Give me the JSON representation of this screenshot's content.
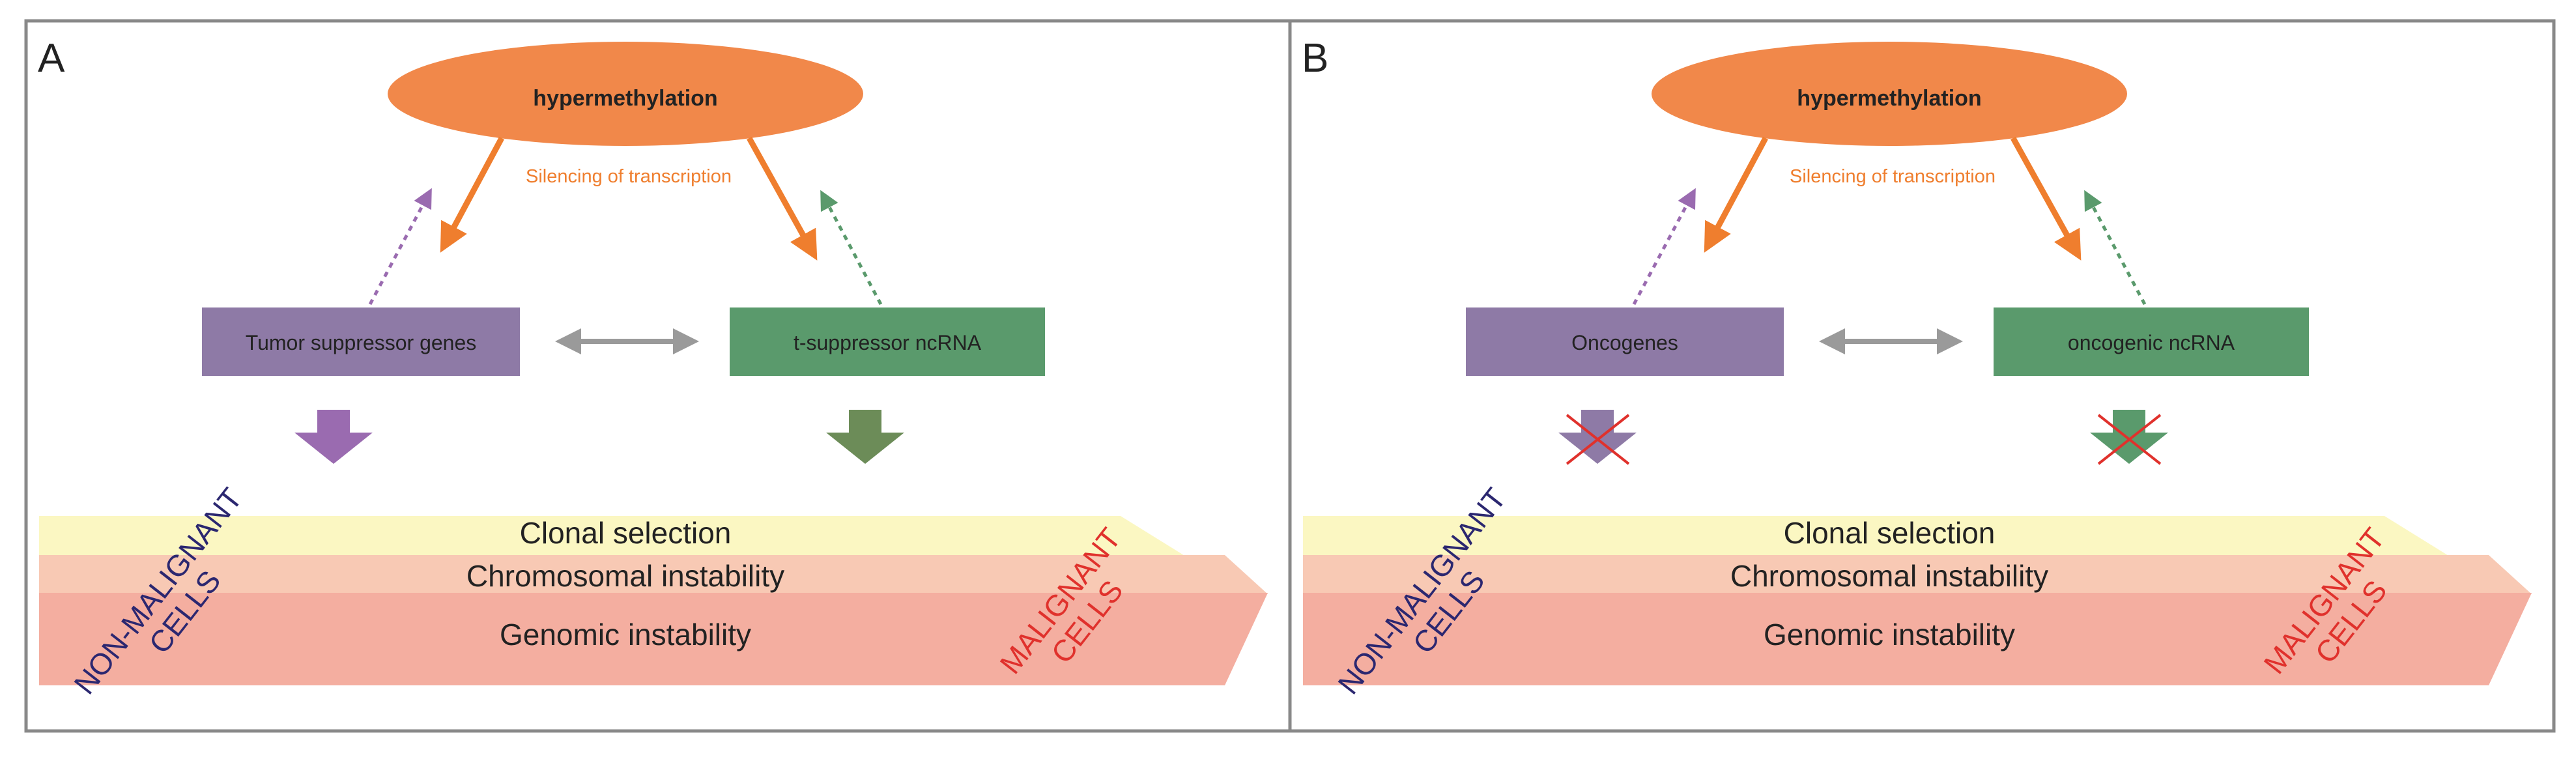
{
  "colors": {
    "frame": "#888888",
    "ellipse": "#f1884a",
    "arrow_orange": "#ef7e2e",
    "purple_box": "#8e7aa6",
    "green_box": "#5a9a6c",
    "purple_arrow": "#9a6bb0",
    "green_arrow": "#6c8c58",
    "gray_arrow": "#9a9a9a",
    "band_clonal": "#fbf7c2",
    "band_chromosomal": "#f8c9b4",
    "band_genomic": "#f4aea0",
    "dark_text": "#2b2770",
    "malignant_text": "#e0312c",
    "cross": "#e0312c"
  },
  "panels": [
    {
      "letter": "A",
      "ellipse_label": "hypermethylation",
      "silencing_label": "Silencing of transcription",
      "left_box": "Tumor suppressor genes",
      "right_box": "t-suppressor ncRNA",
      "blocked": false,
      "bands": [
        "Clonal selection",
        "Chromosomal instability",
        "Genomic instability"
      ],
      "non_malignant": [
        "NON-MALIGNANT",
        "CELLS"
      ],
      "malignant": [
        "MALIGNANT",
        "CELLS"
      ]
    },
    {
      "letter": "B",
      "ellipse_label": "hypermethylation",
      "silencing_label": "Silencing of transcription",
      "left_box": "Oncogenes",
      "right_box": "oncogenic ncRNA",
      "blocked": true,
      "bands": [
        "Clonal selection",
        "Chromosomal instability",
        "Genomic instability"
      ],
      "non_malignant": [
        "NON-MALIGNANT",
        "CELLS"
      ],
      "malignant": [
        "MALIGNANT",
        "CELLS"
      ]
    }
  ]
}
